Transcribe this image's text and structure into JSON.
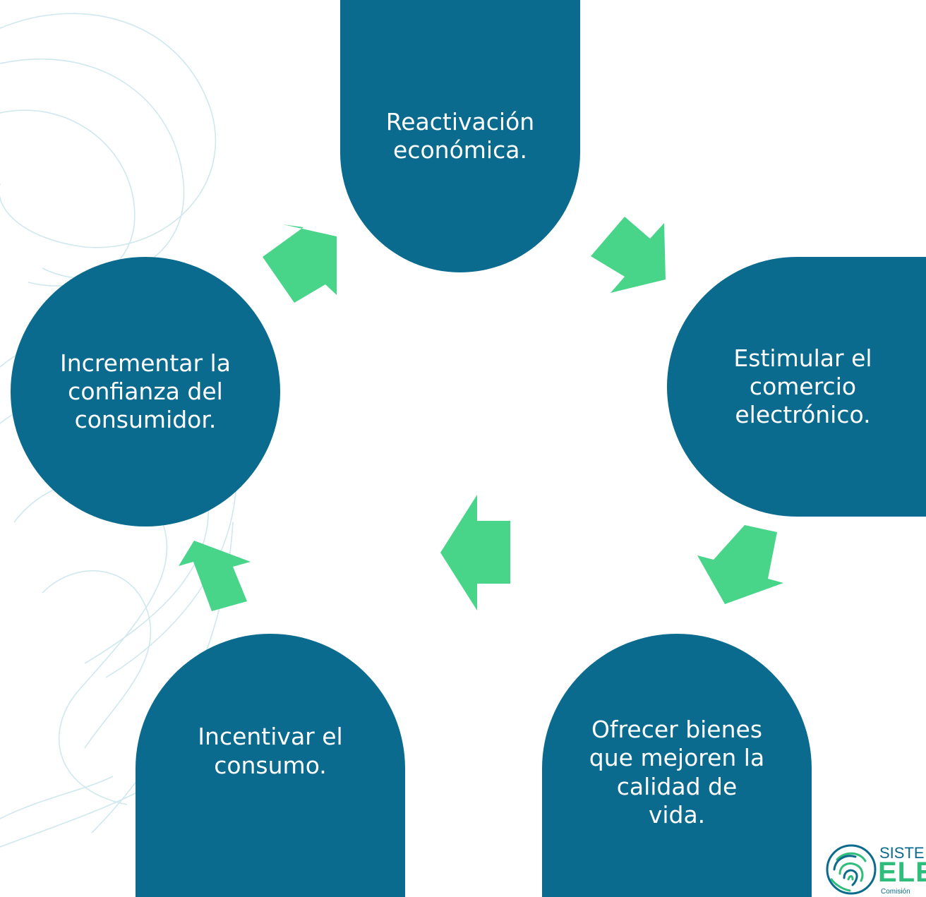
{
  "colors": {
    "node_fill": "#0b6b8e",
    "arrow_fill": "#48d58a",
    "decor_line": "#c9e6ec",
    "text": "#ffffff"
  },
  "diagram": {
    "type": "cycle",
    "nodes": [
      {
        "id": "reactivacion",
        "lines": [
          "Reactivación",
          "económica."
        ]
      },
      {
        "id": "comercio",
        "lines": [
          "Estimular el",
          "comercio",
          "electrónico."
        ]
      },
      {
        "id": "bienes",
        "lines": [
          "Ofrecer bienes",
          "que mejoren la",
          "calidad de",
          "vida."
        ]
      },
      {
        "id": "consumo",
        "lines": [
          "Incentivar el",
          "consumo."
        ]
      },
      {
        "id": "confianza",
        "lines": [
          "Incrementar la",
          "confianza del",
          "consumidor."
        ]
      }
    ],
    "edges": [
      {
        "from": "reactivacion",
        "to": "comercio"
      },
      {
        "from": "comercio",
        "to": "bienes"
      },
      {
        "from": "bienes",
        "to": "consumo"
      },
      {
        "from": "consumo",
        "to": "confianza"
      },
      {
        "from": "confianza",
        "to": "reactivacion"
      }
    ]
  },
  "logo": {
    "top_text": "SISTE",
    "main_text": "ELE",
    "sub_text": "Comisión"
  },
  "icons": {
    "logo_mark": "fingerprint-globe-icon",
    "arrow": "block-arrow-icon"
  }
}
